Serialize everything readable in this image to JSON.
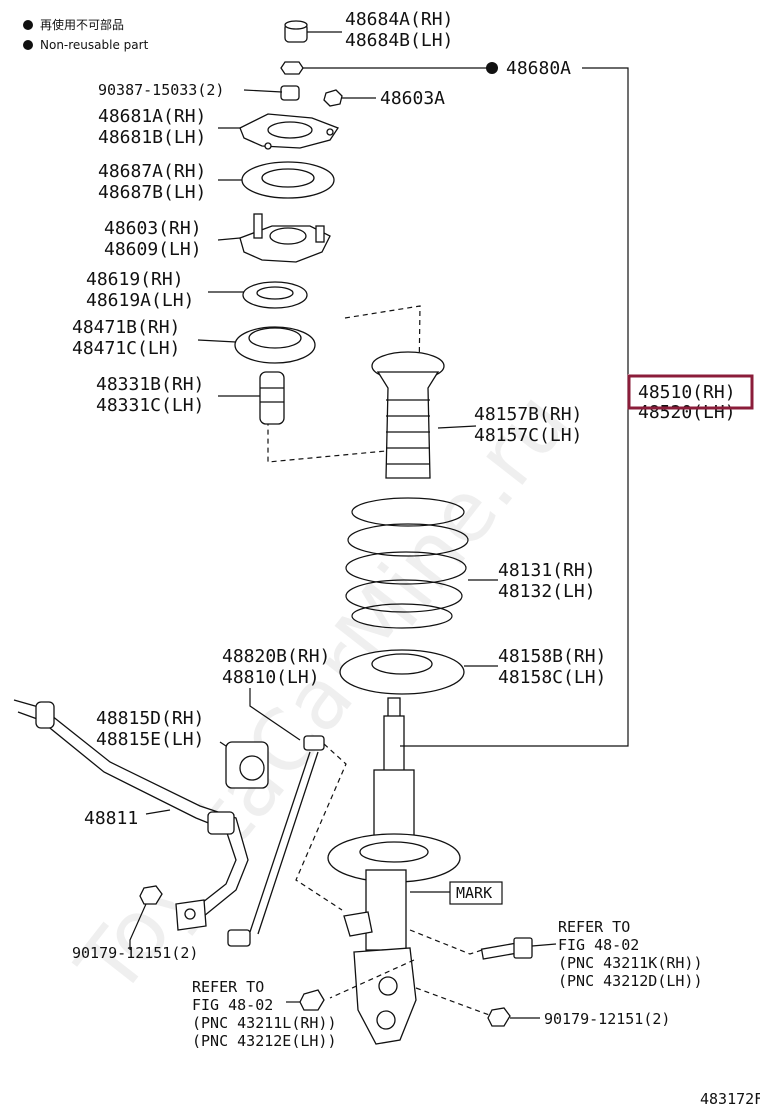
{
  "legend": {
    "line1": "再使用不可部品",
    "line2": "Non-reusable part"
  },
  "watermark": "ToyotaCarMine.ru",
  "diagram_id": "483172F",
  "highlight_color": "#8b1d3a",
  "labels": {
    "l48684": [
      "48684A(RH)",
      "48684B(LH)"
    ],
    "l48680": [
      "48680A"
    ],
    "l90387": [
      "90387-15033(2)"
    ],
    "l48603a": [
      "48603A"
    ],
    "l48681": [
      "48681A(RH)",
      "48681B(LH)"
    ],
    "l48687": [
      "48687A(RH)",
      "48687B(LH)"
    ],
    "l48603": [
      "48603(RH)",
      "48609(LH)"
    ],
    "l48619": [
      "48619(RH)",
      "48619A(LH)"
    ],
    "l48471": [
      "48471B(RH)",
      "48471C(LH)"
    ],
    "l48331": [
      "48331B(RH)",
      "48331C(LH)"
    ],
    "l48510": [
      "48510(RH)",
      "48520(LH)"
    ],
    "l48157": [
      "48157B(RH)",
      "48157C(LH)"
    ],
    "l48131": [
      "48131(RH)",
      "48132(LH)"
    ],
    "l48820": [
      "48820B(RH)",
      "48810(LH)"
    ],
    "l48158": [
      "48158B(RH)",
      "48158C(LH)"
    ],
    "l48815": [
      "48815D(RH)",
      "48815E(LH)"
    ],
    "l48811": [
      "48811"
    ],
    "mark": [
      "MARK"
    ],
    "l90179a": [
      "90179-12151(2)"
    ],
    "l90179b": [
      "90179-12151(2)"
    ],
    "refer1": [
      "REFER TO",
      "FIG 48-02",
      "(PNC 43211K(RH))",
      "(PNC 43212D(LH))"
    ],
    "refer2": [
      "REFER TO",
      "FIG 48-02",
      "(PNC 43211L(RH))",
      "(PNC 43212E(LH))"
    ]
  }
}
